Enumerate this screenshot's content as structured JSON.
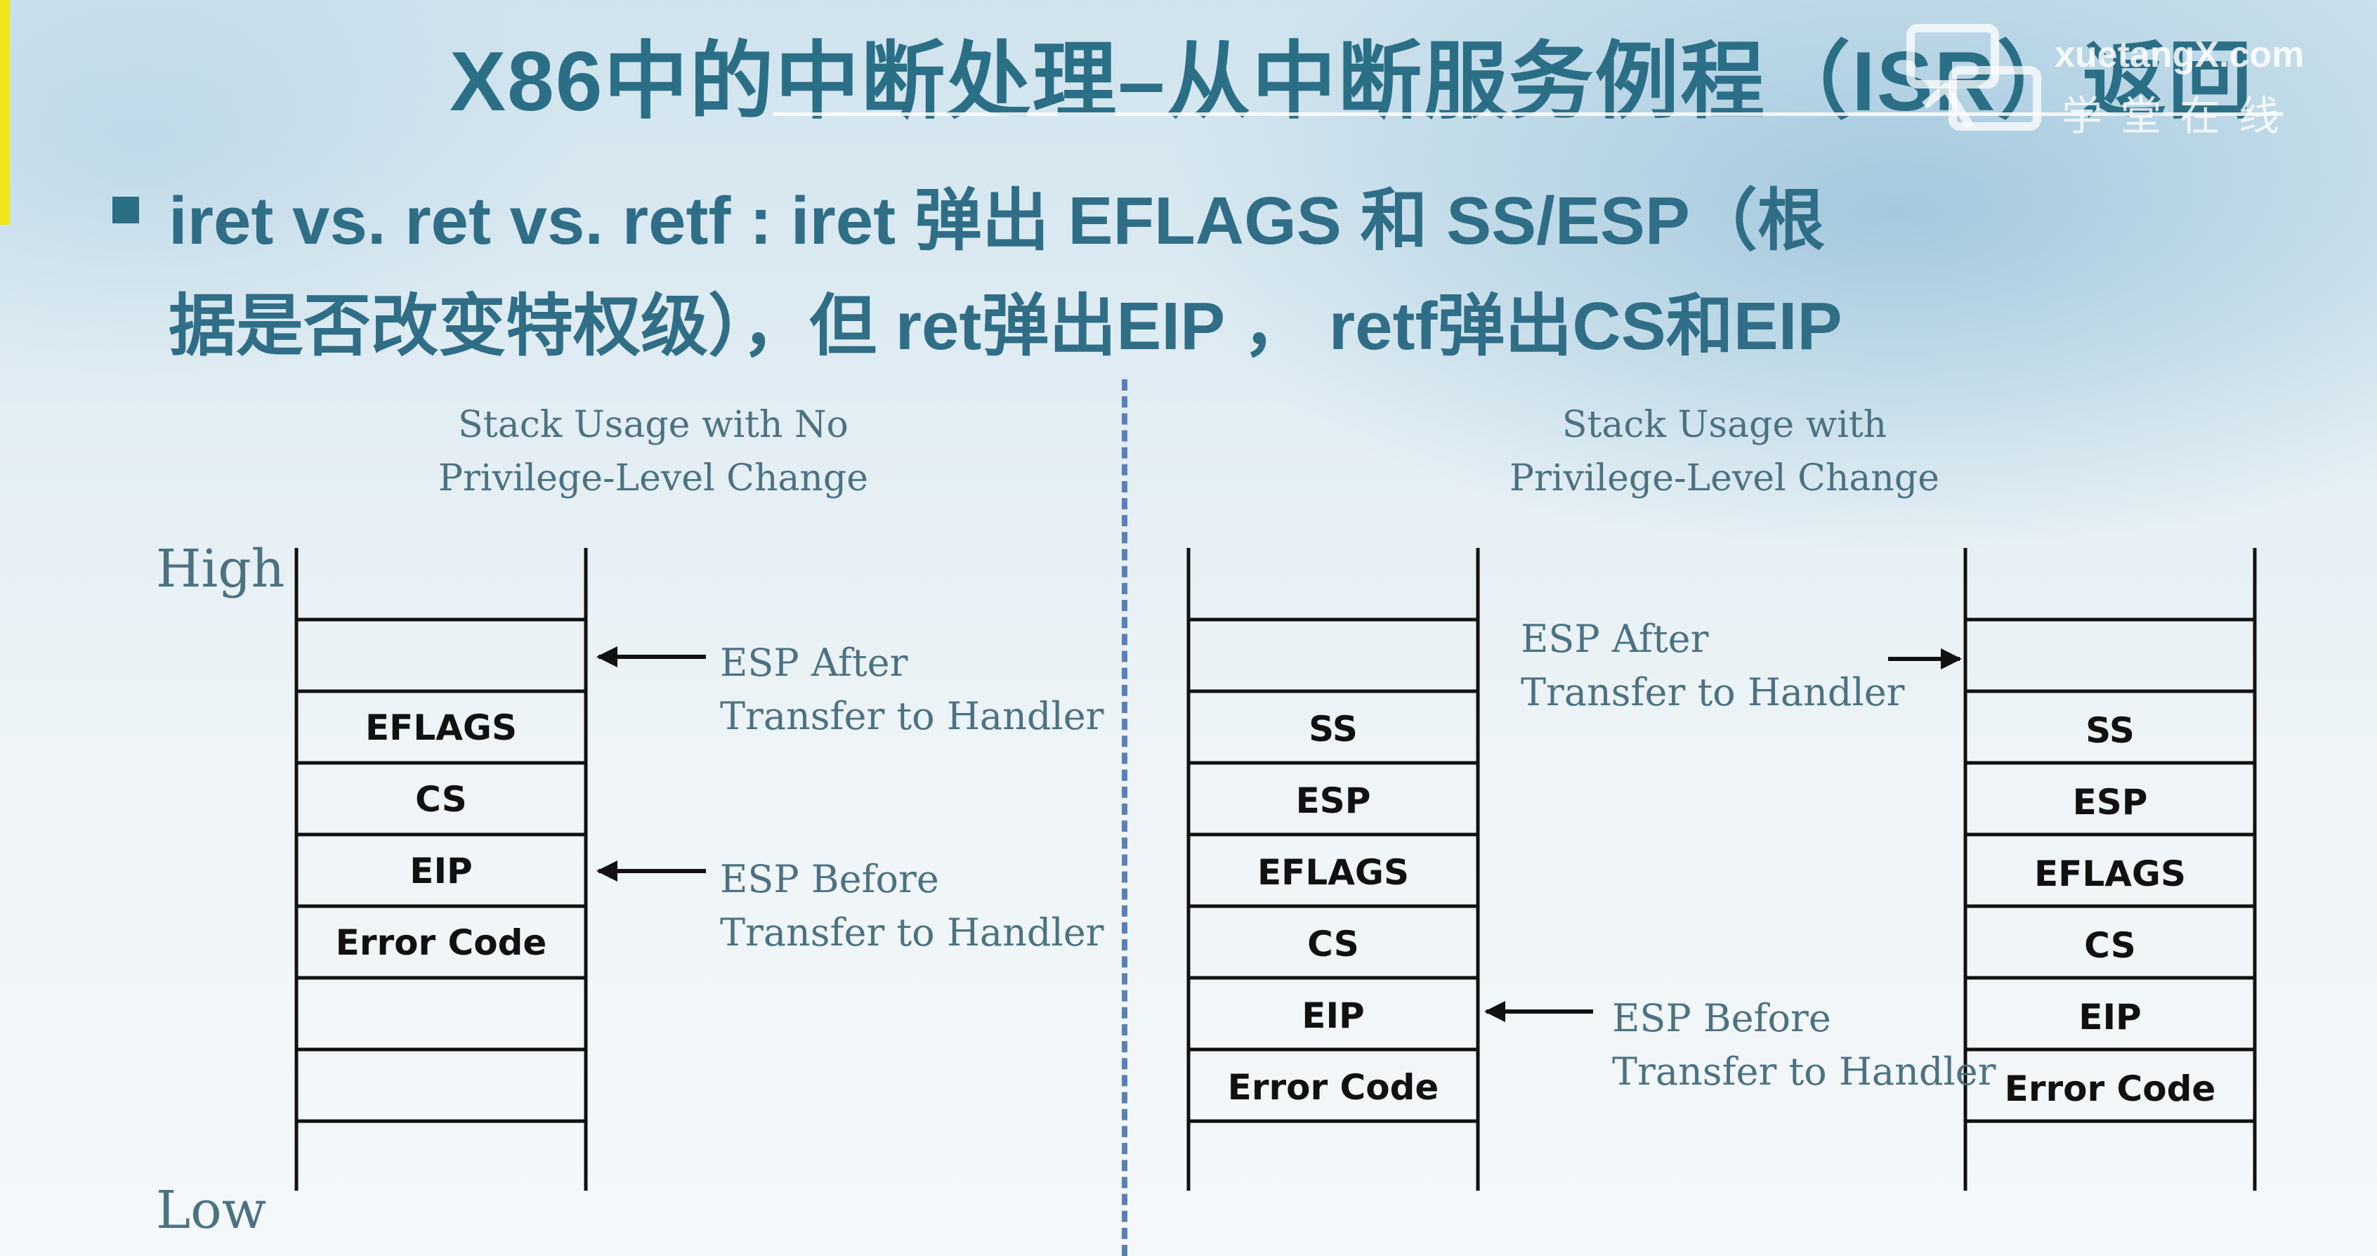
{
  "slide": {
    "title": "X86中的中断处理–从中断服务例程（ISR）返回",
    "bullet_line1": "iret vs. ret vs. retf : iret 弹出 EFLAGS 和 SS/ESP（根",
    "bullet_line2": "据是否改变特权级），但 ret弹出EIP ， retf弹出CS和EIP"
  },
  "watermark": {
    "site": "xuetangX.com",
    "cn": "学堂在线"
  },
  "left_panel": {
    "caption_line1": "Stack Usage with No",
    "caption_line2": "Privilege-Level Change",
    "high_label": "High",
    "low_label": "Low",
    "stack": [
      "",
      "",
      "EFLAGS",
      "CS",
      "EIP",
      "Error Code",
      "",
      ""
    ],
    "esp_after_line1": "ESP After",
    "esp_after_line2": "Transfer to Handler",
    "esp_before_line1": "ESP Before",
    "esp_before_line2": "Transfer to Handler"
  },
  "right_panel": {
    "caption_line1": "Stack Usage with",
    "caption_line2": "Privilege-Level Change",
    "stack_a": [
      "",
      "",
      "SS",
      "ESP",
      "EFLAGS",
      "CS",
      "EIP",
      "Error Code"
    ],
    "stack_b": [
      "",
      "",
      "SS",
      "ESP",
      "EFLAGS",
      "CS",
      "EIP",
      "Error Code"
    ],
    "esp_after_line1": "ESP After",
    "esp_after_line2": "Transfer to Handler",
    "esp_before_line1": "ESP Before",
    "esp_before_line2": "Transfer to Handler"
  },
  "colors": {
    "title": "#2b6f87",
    "annotation_text": "#4c7282",
    "divider": "#5a80b8",
    "accent_bar": "#f1e61c"
  }
}
